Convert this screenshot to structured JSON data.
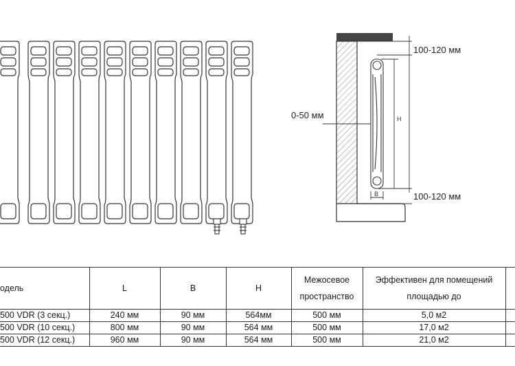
{
  "side_view": {
    "labels": {
      "top_gap": "100-120 мм",
      "wall_gap": "0-50 мм",
      "bottom_gap": "100-120 мм",
      "height": "H",
      "depth": "B"
    }
  },
  "table": {
    "headers": [
      "одель",
      "L",
      "B",
      "H",
      "Межосевое пространство",
      "Эффективен для помещений площадью до",
      ""
    ],
    "rows": [
      [
        "500 VDR (3 секц.)",
        "240 мм",
        "90 мм",
        "564мм",
        "500 мм",
        "5,0 м2",
        ""
      ],
      [
        "500 VDR (10 секц.)",
        "800 мм",
        "90 мм",
        "564 мм",
        "500 мм",
        "17,0 м2",
        ""
      ],
      [
        "500 VDR (12 секц.)",
        "960 мм",
        "90 мм",
        "564 мм",
        "500 мм",
        "21,0 м2",
        ""
      ]
    ]
  },
  "colors": {
    "line": "#333333",
    "hatch": "#555555",
    "shelf": "#444444"
  },
  "icons": [
    "radiator-front-drawing",
    "radiator-side-drawing",
    "valve-icon"
  ]
}
